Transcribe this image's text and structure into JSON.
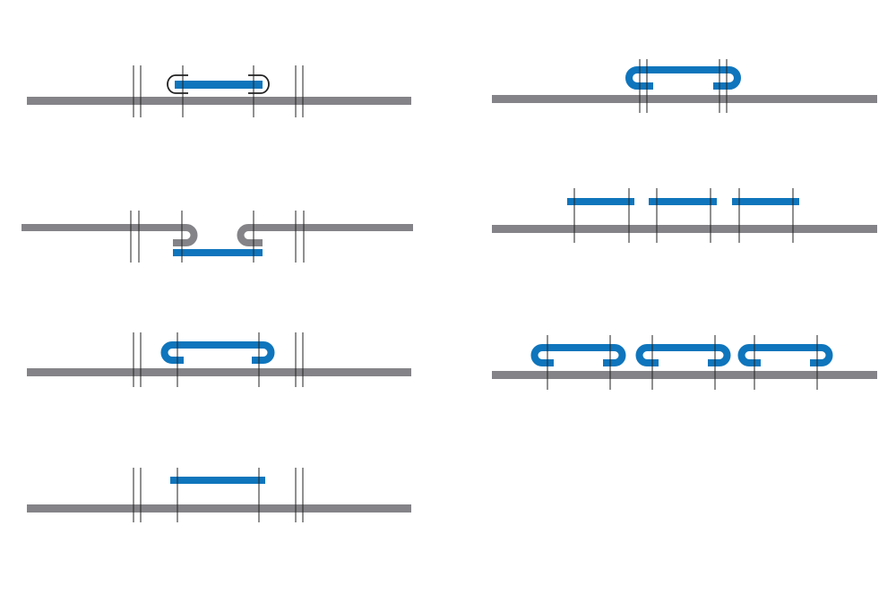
{
  "colors": {
    "base_strip": "#848387",
    "joining_strip": "#0f75bc",
    "guide_line": "#222222",
    "background": "#ffffff"
  },
  "panels": [
    {
      "id": "left-1",
      "kind": "wrapped-outline"
    },
    {
      "id": "left-2",
      "kind": "hooked-base-with-strip-below"
    },
    {
      "id": "left-3",
      "kind": "hooked-strip-on-base"
    },
    {
      "id": "left-4",
      "kind": "flat-strip-above-base"
    },
    {
      "id": "right-1",
      "kind": "hooked-strip-on-base"
    },
    {
      "id": "right-2",
      "kind": "three-flat-strips"
    },
    {
      "id": "right-3",
      "kind": "three-hooked-strips"
    }
  ]
}
